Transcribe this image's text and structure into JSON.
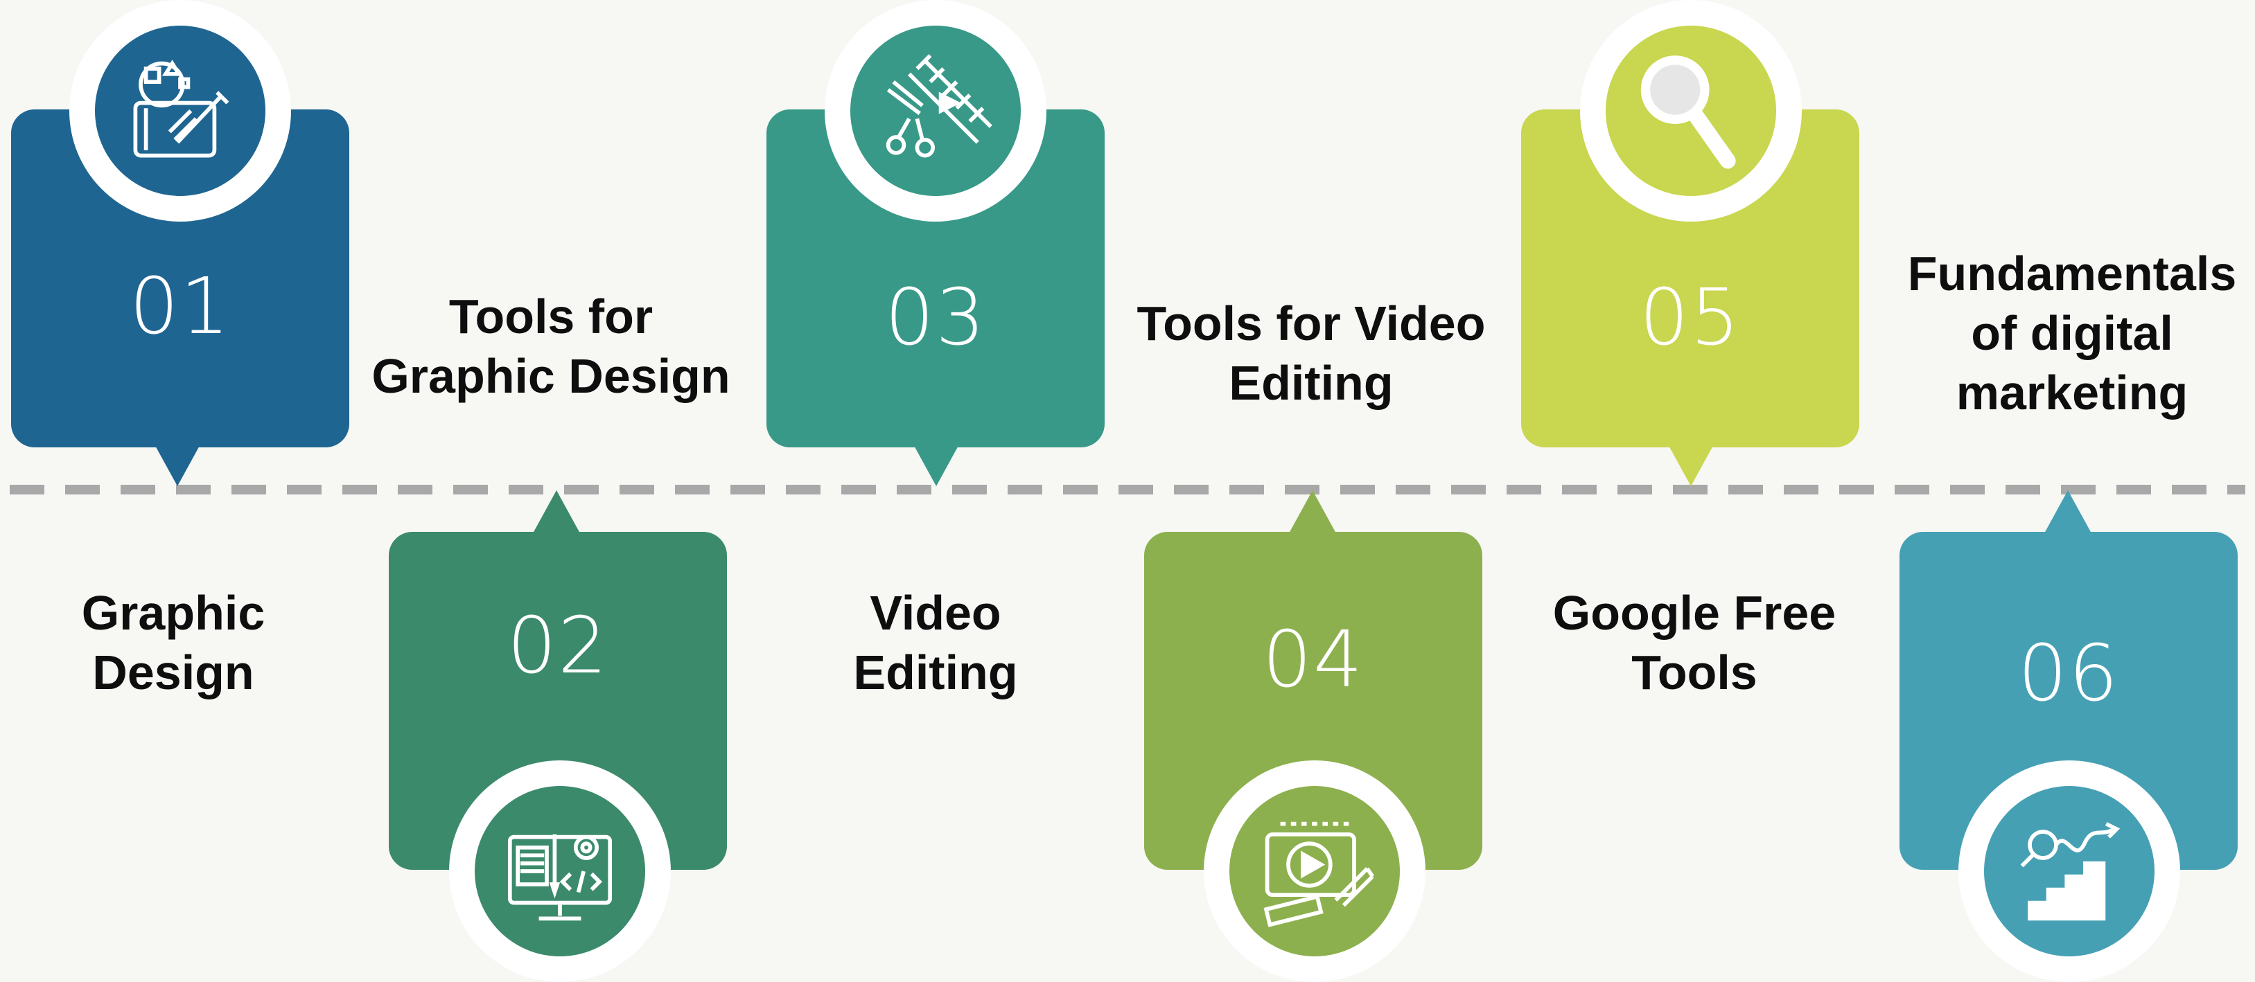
{
  "steps": [
    {
      "number": "01",
      "label": "Graphic\nDesign",
      "color": "#1f6591",
      "icon": "graphic-design-tablet-icon"
    },
    {
      "number": "02",
      "label": "Tools for\nGraphic Design",
      "color": "#3b8a6c",
      "icon": "web-design-monitor-icon"
    },
    {
      "number": "03",
      "label": "Video\nEditing",
      "color": "#389988",
      "icon": "film-scissors-icon"
    },
    {
      "number": "04",
      "label": "Tools for Video\nEditing",
      "color": "#8db04e",
      "icon": "video-editing-screen-icon"
    },
    {
      "number": "05",
      "label": "Google Free\nTools",
      "color": "#c9d64f",
      "icon": "magnifier-icon"
    },
    {
      "number": "06",
      "label": "Fundamentals\nof digital\nmarketing",
      "color": "#45a0b4",
      "icon": "growth-stairs-icon"
    }
  ]
}
